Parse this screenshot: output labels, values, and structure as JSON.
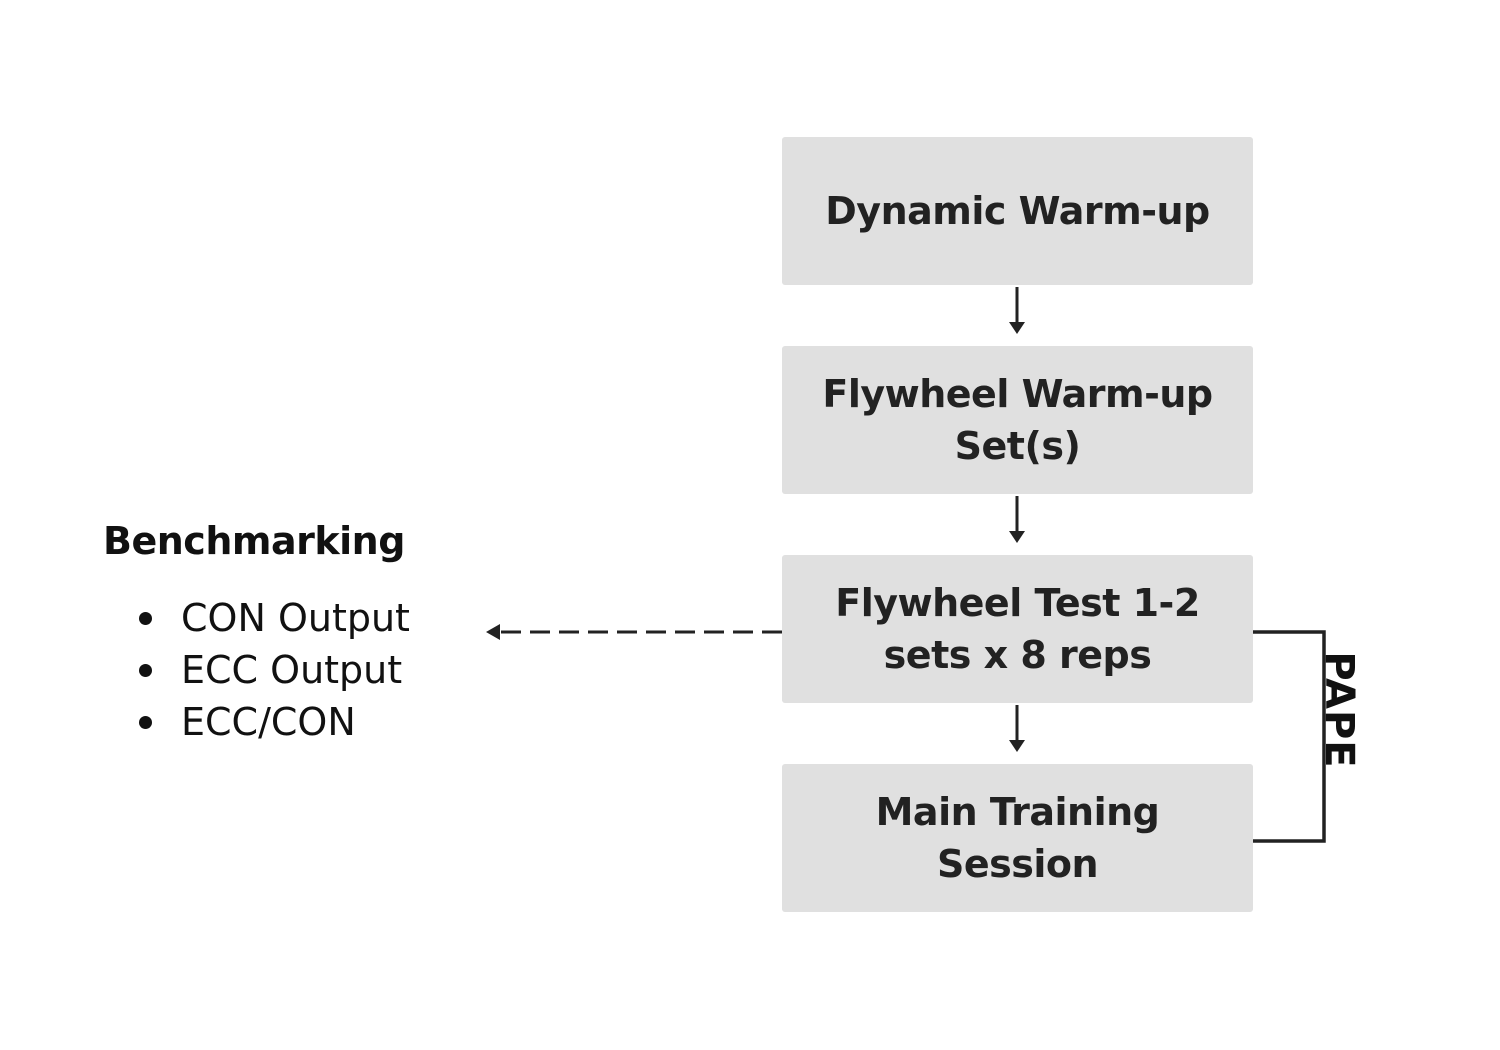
{
  "flow_steps": [
    {
      "lines": [
        "Dynamic Warm-up"
      ]
    },
    {
      "lines": [
        "Flywheel Warm-up",
        "Set(s)"
      ]
    },
    {
      "lines": [
        "Flywheel Test 1-2",
        "sets x 8 reps"
      ]
    },
    {
      "lines": [
        "Main Training",
        "Session"
      ]
    }
  ],
  "benchmarking": {
    "title": "Benchmarking",
    "items": [
      "CON Output",
      "ECC Output",
      "ECC/CON"
    ]
  },
  "bracket_label": "PAPE",
  "colors": {
    "box_fill": "#e0e0e0",
    "text": "#222222",
    "line": "#222222"
  }
}
